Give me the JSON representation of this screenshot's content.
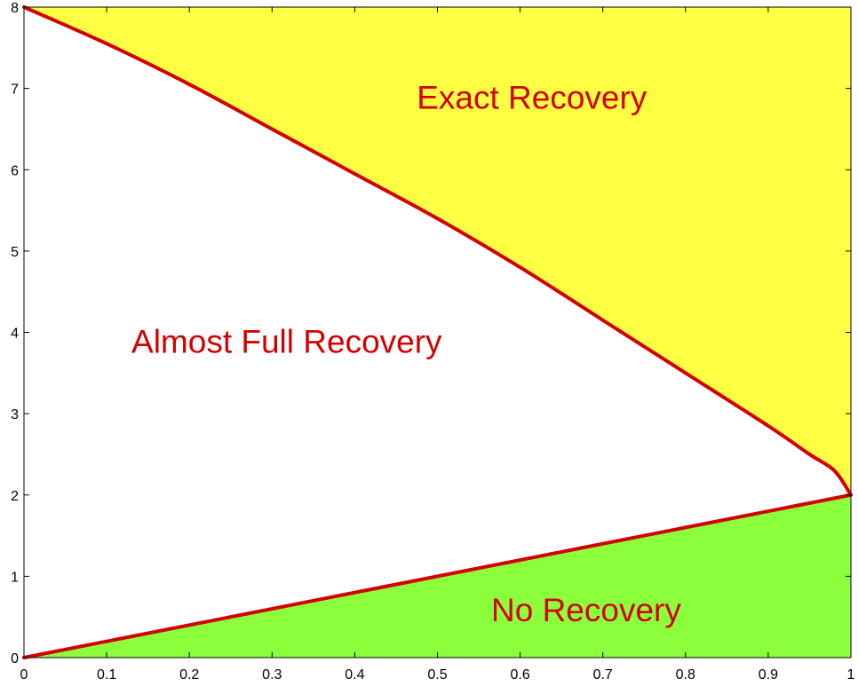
{
  "chart_data": {
    "type": "area",
    "title": "",
    "xlabel": "",
    "ylabel": "",
    "xlim": [
      0,
      1
    ],
    "ylim": [
      0,
      8
    ],
    "x_ticks": [
      "0",
      "0.1",
      "0.2",
      "0.3",
      "0.4",
      "0.5",
      "0.6",
      "0.7",
      "0.8",
      "0.9",
      "1"
    ],
    "y_ticks": [
      "0",
      "1",
      "2",
      "3",
      "4",
      "5",
      "6",
      "7",
      "8"
    ],
    "grid": false,
    "line_color": "#d40000",
    "series": [
      {
        "x": [
          0,
          0.1,
          0.2,
          0.3,
          0.4,
          0.5,
          0.6,
          0.7,
          0.8,
          0.9,
          0.95,
          0.98,
          1
        ],
        "y": [
          8,
          7.55,
          7.05,
          6.5,
          5.95,
          5.4,
          4.8,
          4.15,
          3.5,
          2.85,
          2.5,
          2.3,
          2
        ],
        "fill_above_color": "#ffff44"
      },
      {
        "x": [
          0,
          1
        ],
        "y": [
          0,
          2
        ],
        "fill_below_color": "#8cff3c"
      }
    ],
    "annotations": [
      {
        "text": "Exact Recovery",
        "x": 0.475,
        "y": 6.75
      },
      {
        "text": "Almost Full Recovery",
        "x": 0.13,
        "y": 3.75
      },
      {
        "text": "No Recovery",
        "x": 0.565,
        "y": 0.45
      }
    ]
  }
}
